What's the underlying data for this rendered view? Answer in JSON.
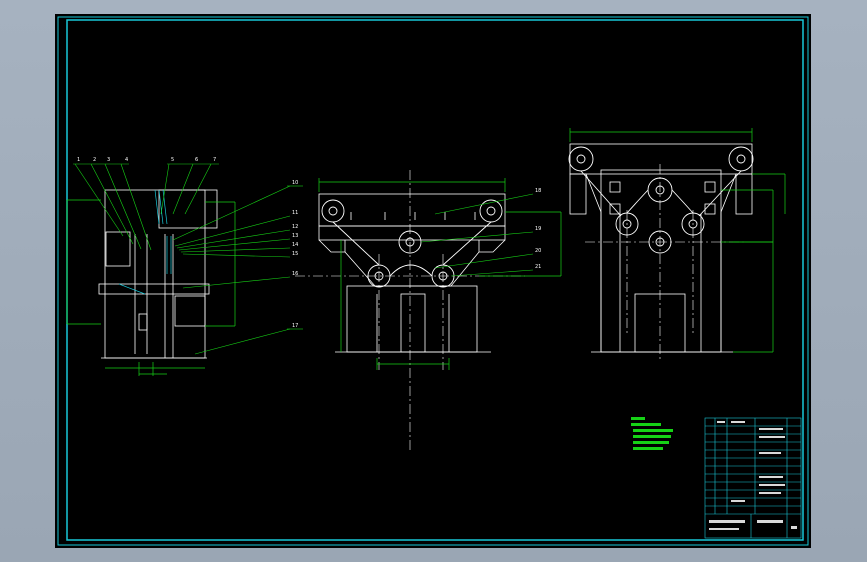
{
  "drawing": {
    "colors": {
      "background": "#000000",
      "frame": "#19c8d8",
      "geometry": "#ffffff",
      "leader": "#16d216",
      "dimension": "#16d216",
      "centerline": "#ffffff",
      "hatch": "#19c8d8"
    },
    "side_view": {
      "balloons": [
        "1",
        "2",
        "3",
        "4",
        "5",
        "6",
        "7"
      ],
      "callouts": [
        "10",
        "11",
        "12",
        "13",
        "14",
        "15",
        "16",
        "17"
      ]
    },
    "front_view": {
      "callouts": [
        "18",
        "19",
        "20",
        "21"
      ]
    },
    "notes": {
      "icon": "technical-requirements-block"
    },
    "title_block": {
      "icon": "parts-list-and-title-block"
    }
  }
}
